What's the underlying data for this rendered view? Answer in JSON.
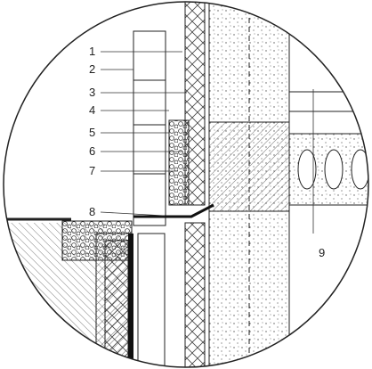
{
  "labels": [
    {
      "key": "1",
      "text": "1"
    },
    {
      "key": "2",
      "text": "2"
    },
    {
      "key": "3",
      "text": "3"
    },
    {
      "key": "4",
      "text": "4"
    },
    {
      "key": "5",
      "text": "5"
    },
    {
      "key": "6",
      "text": "6"
    },
    {
      "key": "7",
      "text": "7"
    },
    {
      "key": "8",
      "text": "8"
    },
    {
      "key": "9",
      "text": "9"
    }
  ],
  "colors": {
    "line": "#222222",
    "hatch": "#555555",
    "background": "#ffffff"
  }
}
